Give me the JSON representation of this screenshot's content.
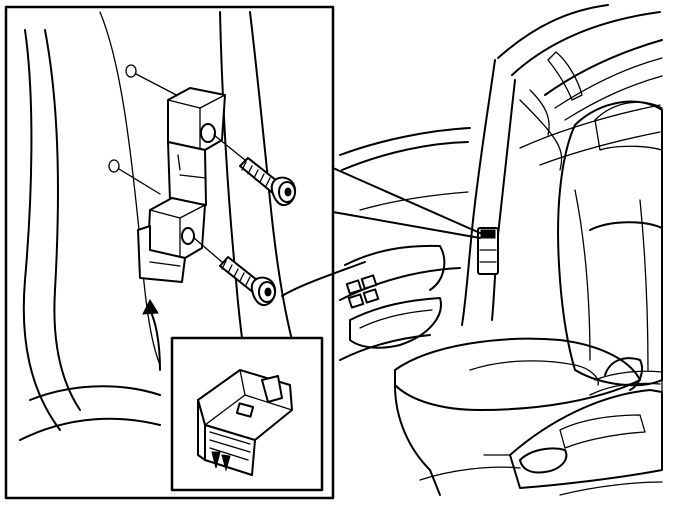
{
  "figure": {
    "main_view": "car-interior-b-pillar",
    "detail_view": "bracket-mounting-screws",
    "inset_view": "connector-module"
  },
  "icons": {
    "pointer": "curved-arrow-icon"
  },
  "colors": {
    "line": "#000000",
    "background": "#ffffff"
  }
}
